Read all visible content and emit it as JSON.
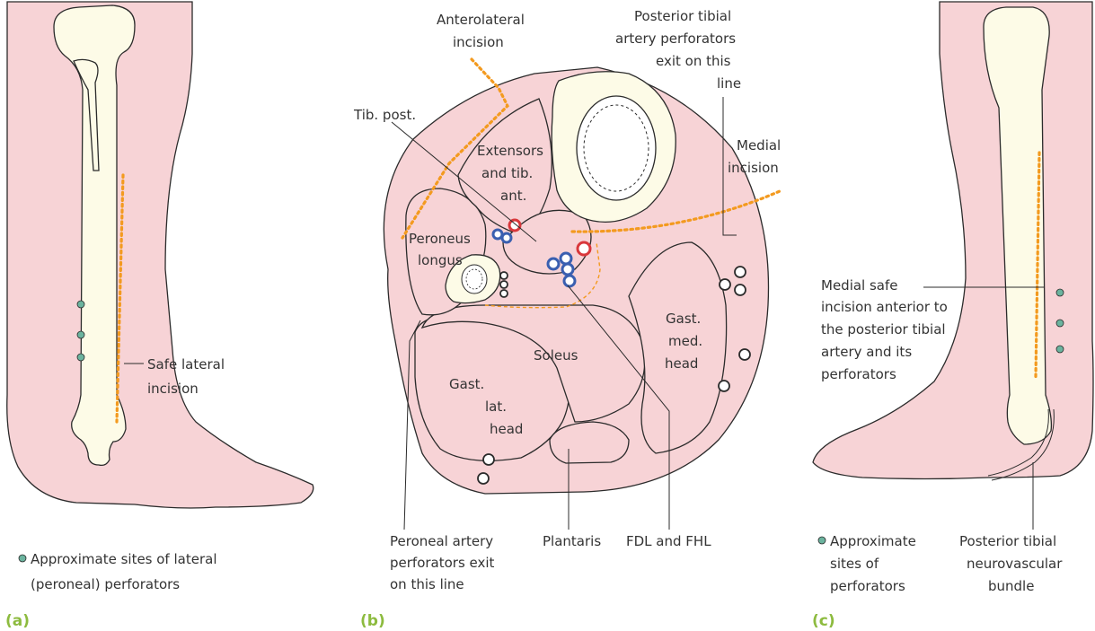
{
  "colors": {
    "skin": "#f7d3d6",
    "bone": "#fdfbe7",
    "incision": "#f39a1f",
    "perforator": "#6bb39e",
    "panel_letter": "#8dbb3f",
    "vein": "#3a5fb0",
    "artery": "#d9373b"
  },
  "panel_a": {
    "letter": "(a)",
    "incision_label": [
      "Safe lateral",
      "incision"
    ],
    "legend_lines": [
      "Approximate sites of lateral",
      "(peroneal) perforators"
    ]
  },
  "panel_b": {
    "letter": "(b)",
    "labels": {
      "anterolateral": [
        "Anterolateral",
        "incision"
      ],
      "posterior_tibial_perforators": [
        "Posterior tibial",
        "artery perforators",
        "exit on this",
        "line"
      ],
      "medial_incision": [
        "Medial",
        "incision"
      ],
      "tib_post": "Tib. post.",
      "extensors": [
        "Extensors",
        "and tib.",
        "ant."
      ],
      "peroneus_longus": [
        "Peroneus",
        "longus"
      ],
      "gast_med": [
        "Gast.",
        "med.",
        "head"
      ],
      "soleus": "Soleus",
      "gast_lat": [
        "Gast.",
        "lat.",
        "head"
      ],
      "peroneal_artery": [
        "Peroneal artery",
        "perforators exit",
        "on this line"
      ],
      "plantaris": "Plantaris",
      "fdl_fhl": "FDL and FHL"
    }
  },
  "panel_c": {
    "letter": "(c)",
    "medial_label": [
      "Medial safe",
      "incision anterior to",
      "the posterior tibial",
      "artery and its",
      "perforators"
    ],
    "legend_lines": [
      "Approximate",
      "sites of",
      "perforators"
    ],
    "bundle_label": [
      "Posterior tibial",
      "neurovascular",
      "bundle"
    ]
  }
}
